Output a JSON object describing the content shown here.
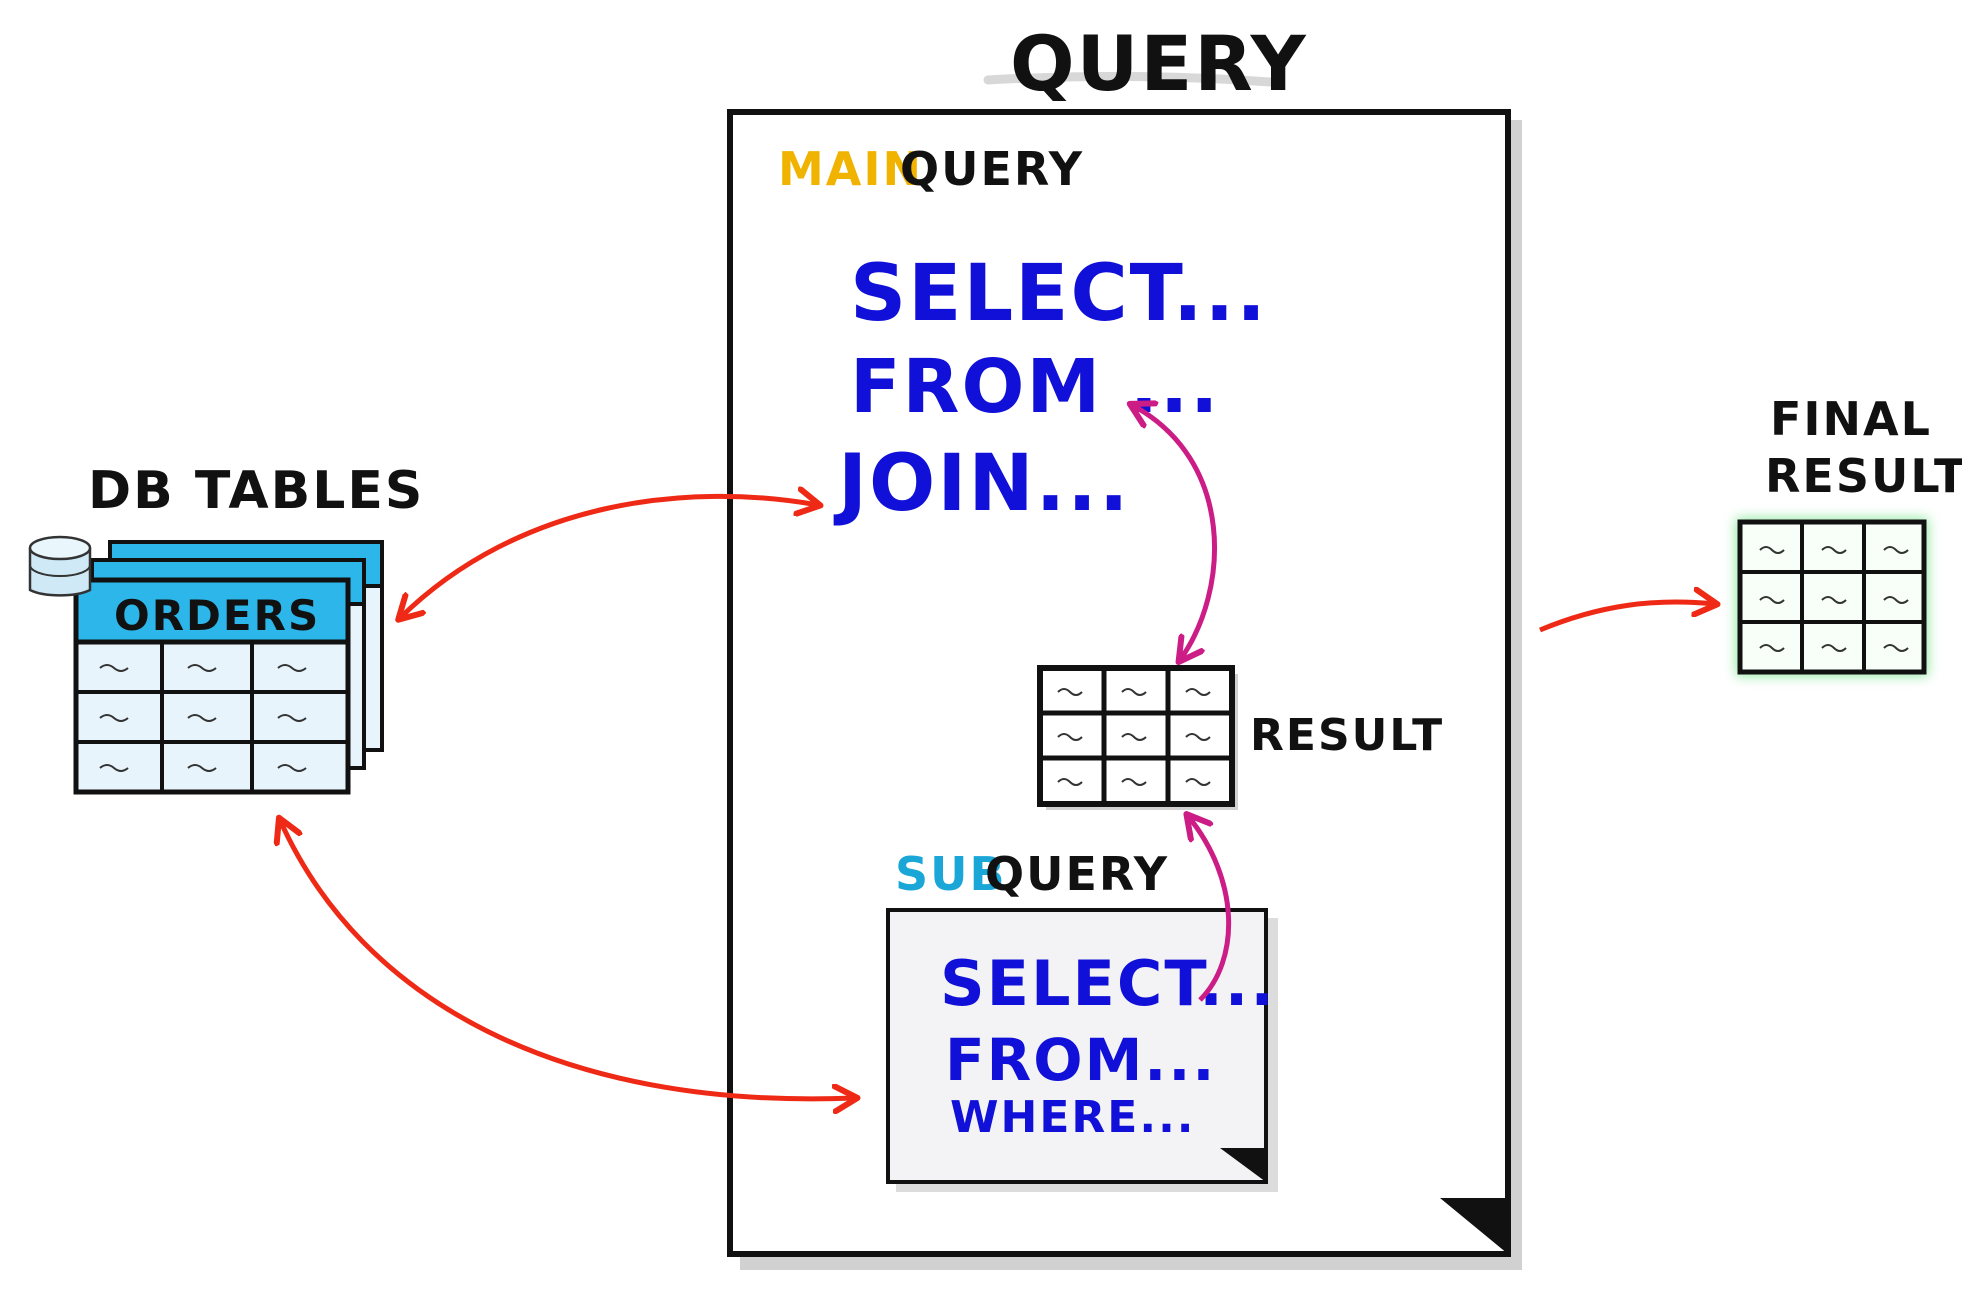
{
  "title": "QUERY",
  "db_tables": {
    "label": "DB TABLES",
    "table_name": "ORDERS"
  },
  "main_query": {
    "label_part1": "MAIN",
    "label_part2": "QUERY",
    "lines": [
      "SELECT...",
      "FROM ...",
      "JOIN..."
    ]
  },
  "intermediate_result": {
    "label": "RESULT"
  },
  "sub_query": {
    "label_part1": "SUB",
    "label_part2": "QUERY",
    "lines": [
      "SELECT...",
      "FROM...",
      "WHERE..."
    ]
  },
  "final_result": {
    "label_line1": "FINAL",
    "label_line2": "RESULT"
  },
  "colors": {
    "sql_text": "#1010d8",
    "main_accent": "#f0b400",
    "sub_accent": "#1aa6d6",
    "table_header": "#2cb6ea",
    "table_body": "#e7f4fb",
    "arrow_red": "#ee2a16",
    "arrow_magenta": "#cc1c86",
    "final_glow": "#64e07a"
  }
}
